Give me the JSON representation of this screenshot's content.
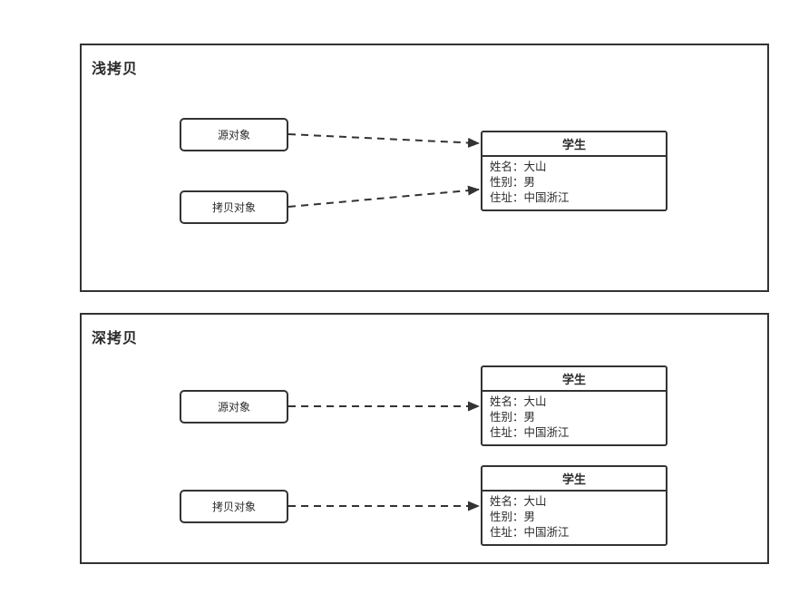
{
  "colors": {
    "border": "#333333",
    "text": "#2b2b2b",
    "background": "#ffffff"
  },
  "panels": [
    {
      "title": "浅拷贝",
      "source_label": "源对象",
      "copy_label": "拷贝对象",
      "students": [
        {
          "title": "学生",
          "fields": [
            "姓名：大山",
            "性别：男",
            "住址：中国浙江"
          ]
        }
      ]
    },
    {
      "title": "深拷贝",
      "source_label": "源对象",
      "copy_label": "拷贝对象",
      "students": [
        {
          "title": "学生",
          "fields": [
            "姓名：大山",
            "性别：男",
            "住址：中国浙江"
          ]
        },
        {
          "title": "学生",
          "fields": [
            "姓名：大山",
            "性别：男",
            "住址：中国浙江"
          ]
        }
      ]
    }
  ]
}
